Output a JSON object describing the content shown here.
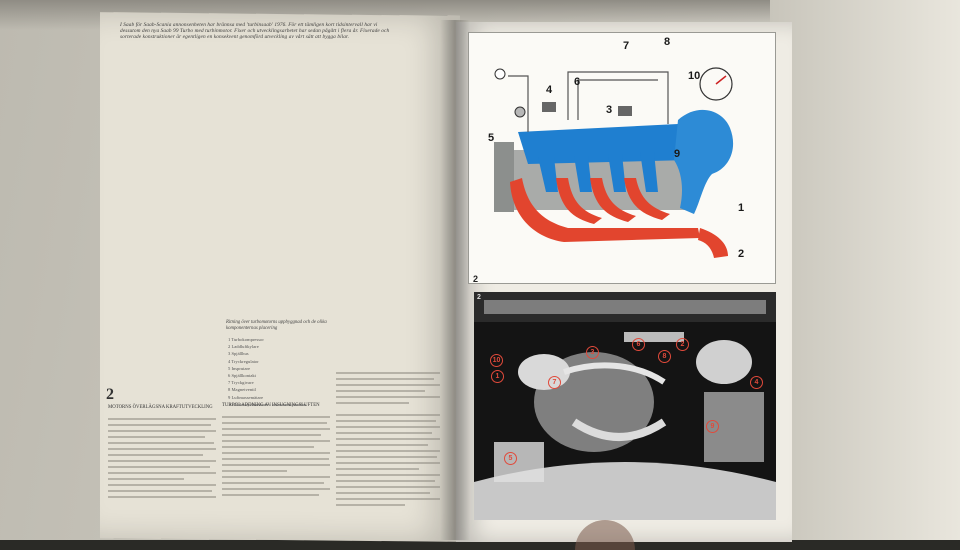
{
  "intro_text": "I Saab för Saab-Scania annonsenheten har brännsa med 'turbinsaab' 1976. För ett tämligen kort tidsintervall har vi dessutom den nya Saab 99 Turbo med turbinmotor. Fixer och utvecklingsarbetet har sedan pågått i flera år. Fixerade och sorterade konstruktioner är egentligen en konsekvent genomförd utveckling av vårt sätt att bygga bilar.",
  "legend_title": "Ritning över turbomotorns uppbyggnad och de olika komponenternas placering",
  "legend_items": [
    "1 Turbokompressor",
    "2 Laddluftkylare",
    "3 Spjällhus",
    "4 Tryckregulator",
    "5 Insprutare",
    "6 Spjällkontakt",
    "7 Tryckgivare",
    "8 Magnetventil",
    "9 Luftmassemätare",
    "10 Turbotrycksmätare i instrumentpanelen"
  ],
  "section_number": "2",
  "heading_a": "Motorns överlägsna kraftutveckling",
  "heading_b": "Turboladdning av insugningsluften",
  "figure_top_number": "2",
  "figure_photo_number": "2",
  "diagram_labels": [
    "1",
    "2",
    "3",
    "4",
    "5",
    "6",
    "7",
    "8",
    "9",
    "10"
  ],
  "photo_callouts": [
    "1",
    "2",
    "3",
    "4",
    "5",
    "6",
    "7",
    "8",
    "9",
    "10"
  ]
}
